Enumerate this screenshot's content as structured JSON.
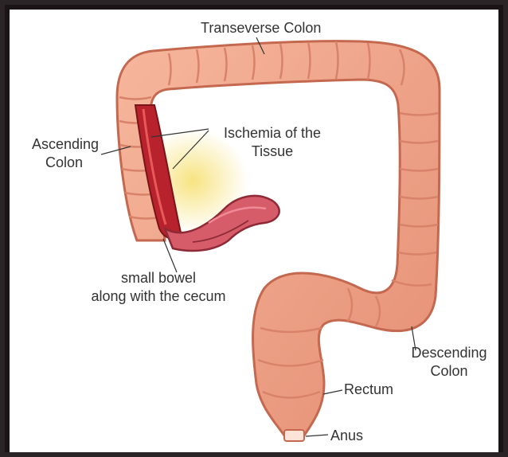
{
  "labels": {
    "transverse_colon": "Transeverse Colon",
    "ascending_colon": [
      "Ascending",
      "Colon"
    ],
    "ischemia": [
      "Ischemia of the",
      "Tissue"
    ],
    "small_bowel": [
      "small bowel",
      "along with the cecum"
    ],
    "descending_colon": [
      "Descending",
      "Colon"
    ],
    "rectum": "Rectum",
    "anus": "Anus"
  },
  "colors": {
    "colon_fill": "#f2a88c",
    "colon_shade": "#d9826a",
    "colon_dark": "#c4684f",
    "ischemia_glow": "#f7e27a",
    "inner_wall": "#c8323a",
    "leader_line": "#333333"
  }
}
